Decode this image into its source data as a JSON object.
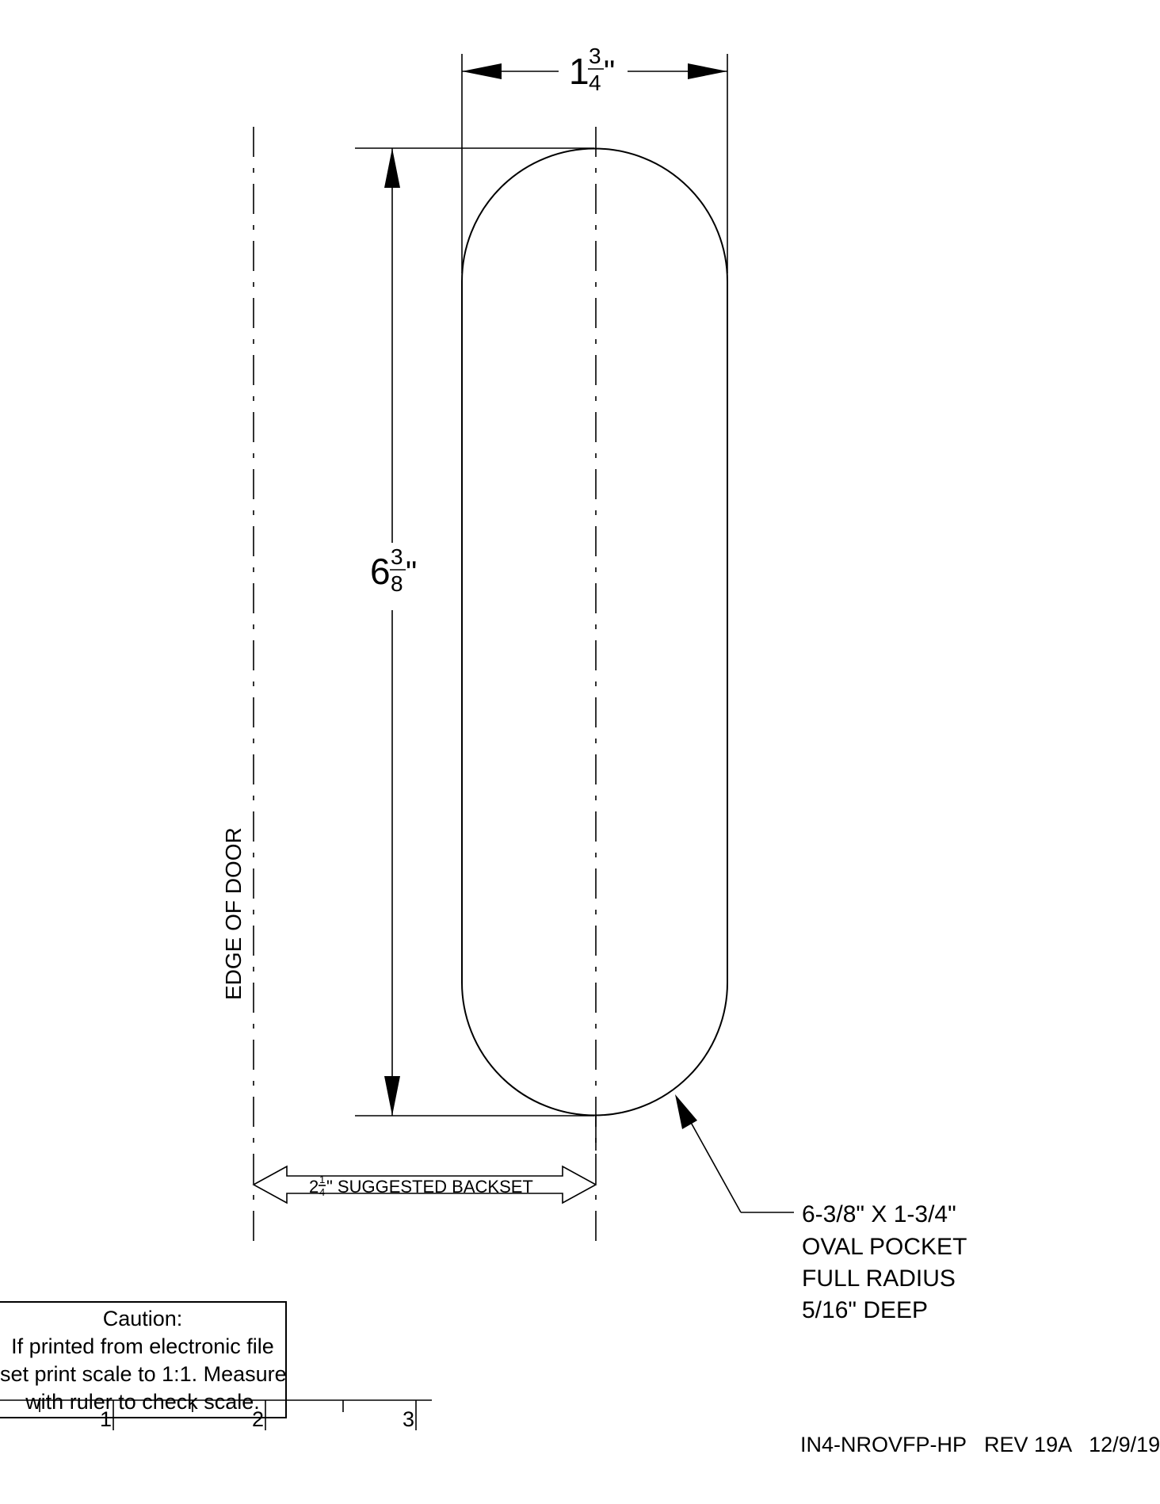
{
  "dimensions": {
    "width_whole": "1",
    "width_num": "3",
    "width_den": "4",
    "height_whole": "6",
    "height_num": "3",
    "height_den": "8",
    "backset_whole": "2",
    "backset_num": "1",
    "backset_den": "4",
    "backset_label": "\" SUGGESTED BACKSET",
    "inch_mark": "\""
  },
  "edge_label": "EDGE OF DOOR",
  "callout": {
    "line1": "6-3/8\" X 1-3/4\"",
    "line2": "OVAL POCKET",
    "line3": "FULL RADIUS",
    "line4": "5/16\" DEEP"
  },
  "caution": {
    "title": "Caution:",
    "line1": "If printed from electronic file",
    "line2": "set print scale to 1:1. Measure",
    "line3": "with ruler to check scale."
  },
  "ruler": {
    "labels": [
      "1",
      "2",
      "3"
    ]
  },
  "title_block": "IN4-NROVFP-HP   REV 19A   12/9/19"
}
